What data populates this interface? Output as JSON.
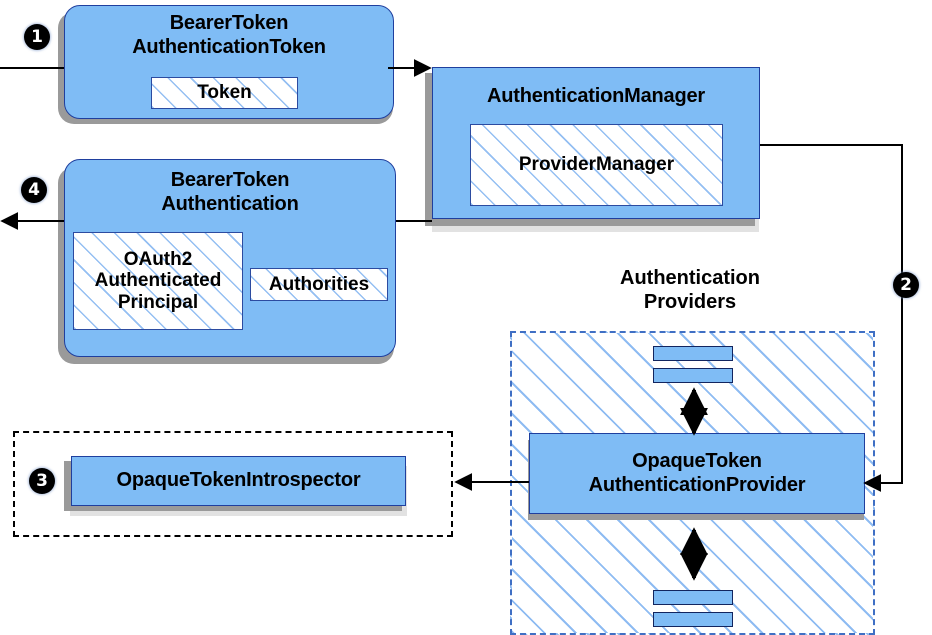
{
  "diagram": {
    "title": "Spring Security Bearer Token Authentication Flow",
    "colors": {
      "node_fill": "#7fbcf5",
      "node_border": "#1f3f9e",
      "hatch_line": "#82b4f0",
      "shadow": "#9a9a9a",
      "providers_border": "#3f6fc4",
      "introspector_border": "#000000",
      "step_marker": "#000000"
    },
    "steps": [
      {
        "id": "step-1",
        "label": "❶",
        "number": "1"
      },
      {
        "id": "step-2",
        "label": "❷",
        "number": "2"
      },
      {
        "id": "step-3",
        "label": "❸",
        "number": "3"
      },
      {
        "id": "step-4",
        "label": "❹",
        "number": "4"
      }
    ],
    "nodes": [
      {
        "id": "bearer-token-authentication-token",
        "title": "BearerToken\nAuthenticationToken",
        "children": [
          {
            "id": "token",
            "label": "Token"
          }
        ]
      },
      {
        "id": "authentication-manager",
        "title": "AuthenticationManager",
        "children": [
          {
            "id": "provider-manager",
            "label": "ProviderManager"
          }
        ]
      },
      {
        "id": "bearer-token-authentication",
        "title": "BearerToken\nAuthentication",
        "children": [
          {
            "id": "oauth2-authenticated-principal",
            "label": "OAuth2\nAuthenticated\nPrincipal"
          },
          {
            "id": "authorities",
            "label": "Authorities"
          }
        ]
      },
      {
        "id": "opaque-token-authentication-provider",
        "title": "OpaqueToken\nAuthenticationProvider",
        "children": []
      },
      {
        "id": "opaque-token-introspector",
        "title": "OpaqueTokenIntrospector",
        "children": []
      }
    ],
    "groups": [
      {
        "id": "authentication-providers",
        "caption": "Authentication\nProviders"
      },
      {
        "id": "introspector-group",
        "caption": ""
      }
    ]
  }
}
